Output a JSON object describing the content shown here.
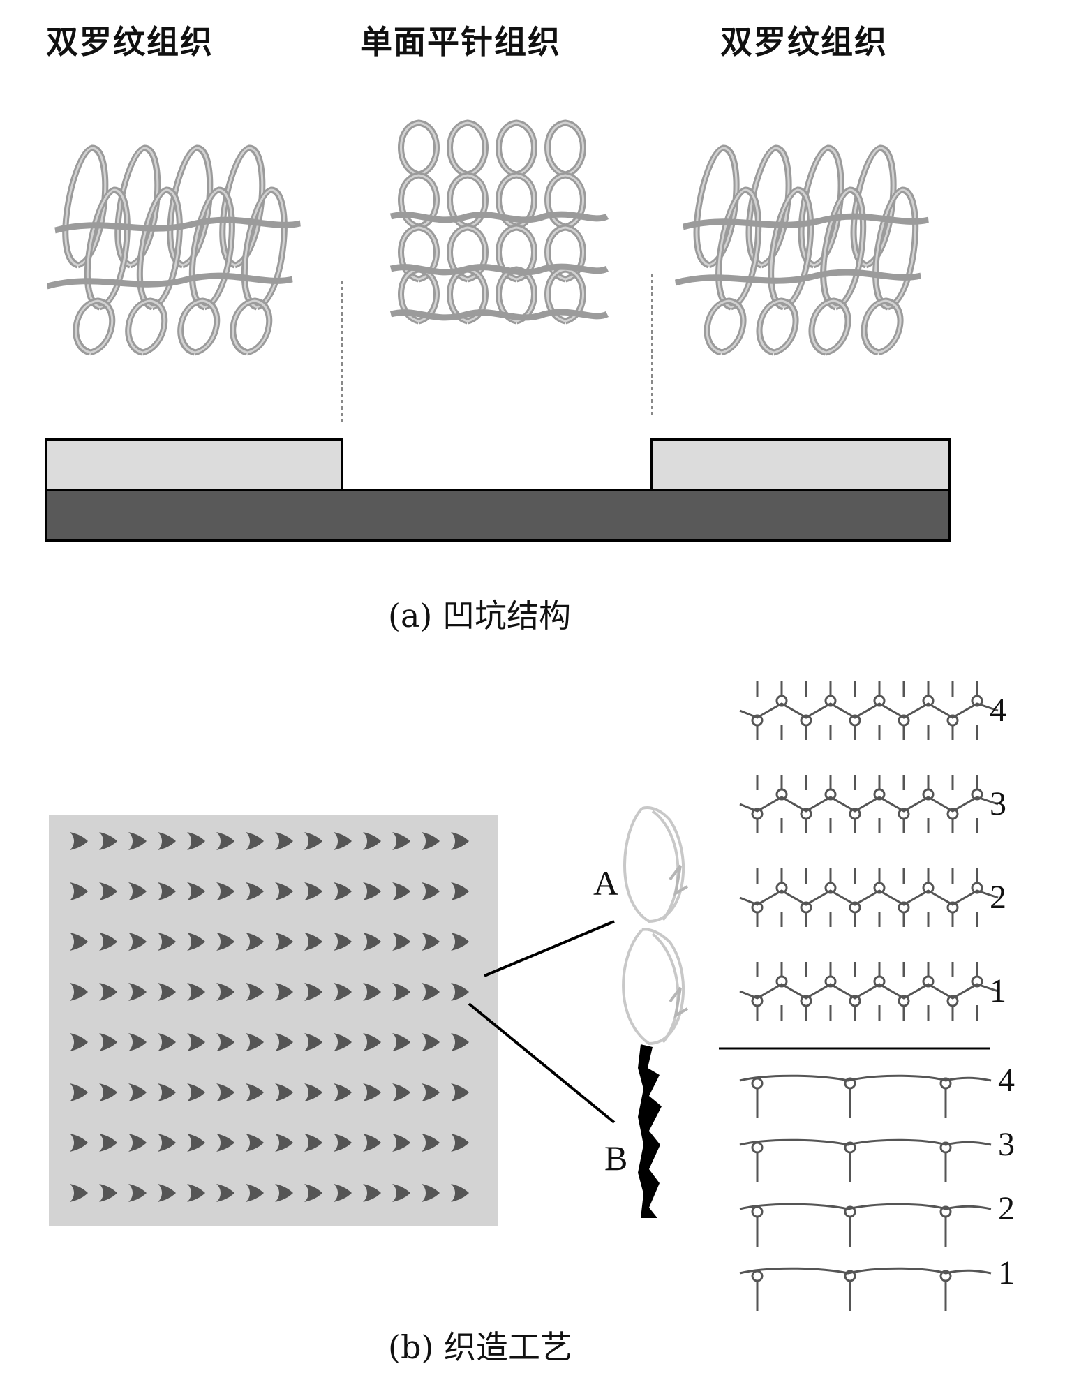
{
  "panel_a": {
    "labels": {
      "left": "双罗纹组织",
      "middle": "单面平针组织",
      "right": "双罗纹组织"
    },
    "caption": "(a) 凹坑结构",
    "colors": {
      "top_layer": "#dcdcdc",
      "base_layer": "#595959",
      "yarn": "#a9a9a9"
    }
  },
  "panel_b": {
    "caption": "(b) 织造工艺",
    "region_labels": {
      "a": "A",
      "b": "B"
    },
    "notation_a_rows": [
      "4",
      "3",
      "2",
      "1"
    ],
    "notation_b_rows": [
      "4",
      "3",
      "2",
      "1"
    ],
    "fabric_colors": {
      "background": "#d3d3d3",
      "mark": "#555555"
    }
  }
}
